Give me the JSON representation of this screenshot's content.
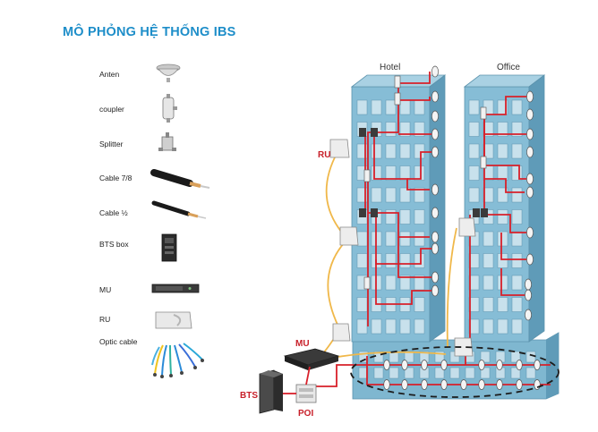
{
  "title": "MÔ PHỎNG HỆ THỐNG IBS",
  "legend": [
    {
      "label": "Anten",
      "icon": "antenna-icon"
    },
    {
      "label": "coupler",
      "icon": "coupler-icon"
    },
    {
      "label": "Splitter",
      "icon": "splitter-icon"
    },
    {
      "label": "Cable 7/8",
      "icon": "cable-thick-icon"
    },
    {
      "label": "Cable ½",
      "icon": "cable-thin-icon"
    },
    {
      "label": "BTS box",
      "icon": "bts-box-icon"
    },
    {
      "label": "MU",
      "icon": "mu-unit-icon"
    },
    {
      "label": "RU",
      "icon": "ru-unit-icon"
    },
    {
      "label": "Optic cable",
      "icon": "optic-cable-icon"
    }
  ],
  "buildings": {
    "left": "Hotel",
    "right": "Office"
  },
  "labels": {
    "ru": "RU",
    "mu": "MU",
    "bts": "BTS",
    "poi": "POI"
  },
  "colors": {
    "title": "#1e8ec9",
    "building": "#7fb7d0",
    "coax": "#d8202a",
    "optic": "#f0b84a",
    "label_red": "#c8202a"
  }
}
